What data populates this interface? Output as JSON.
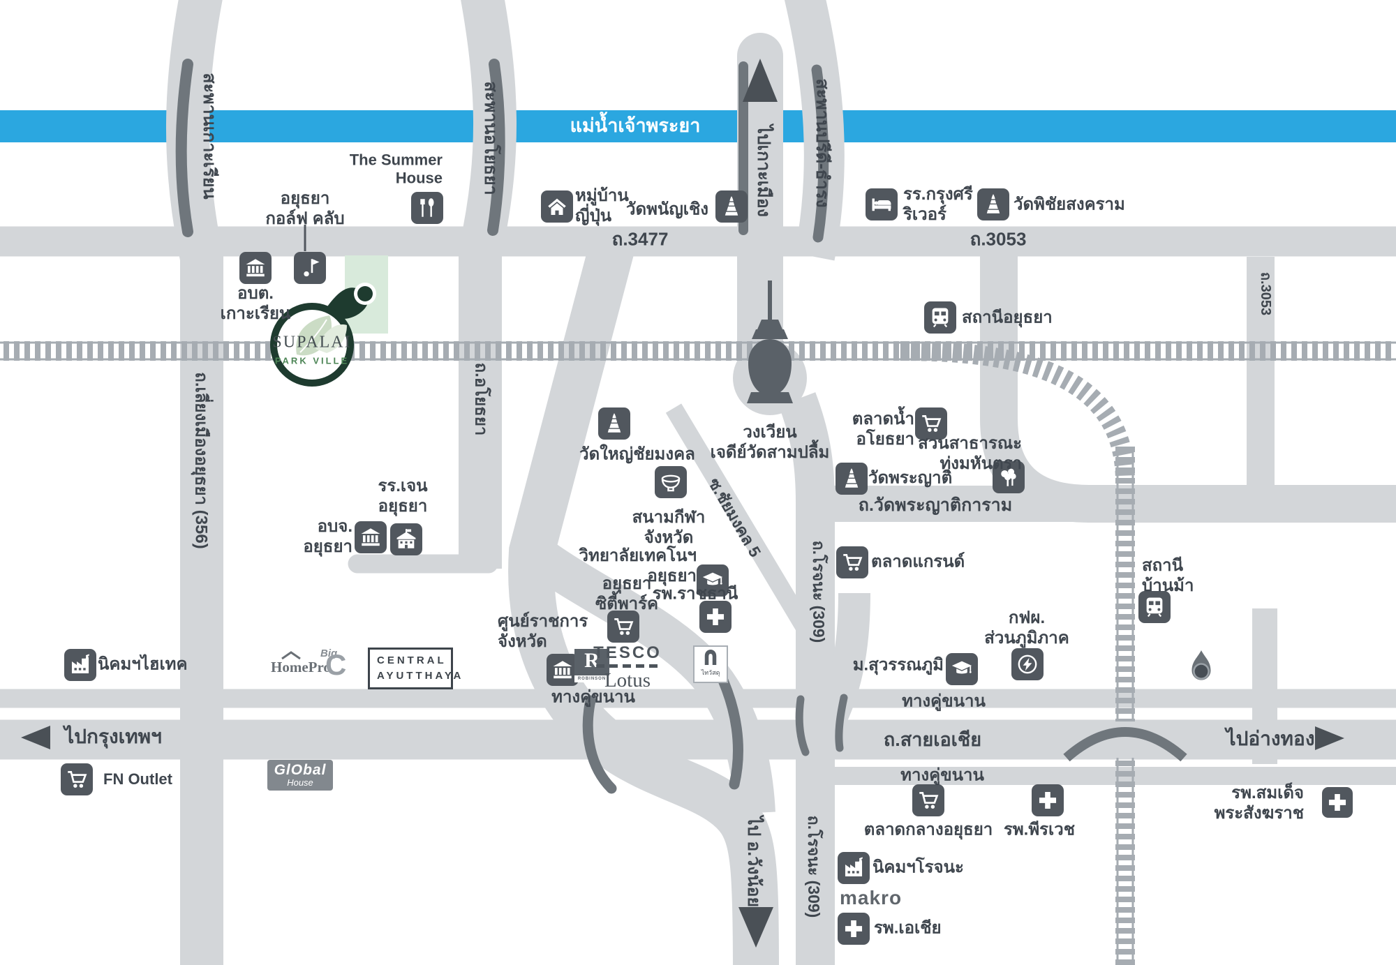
{
  "river": {
    "label": "แม่น้ำเจ้าพระยา",
    "color": "#2BA7E0"
  },
  "colors": {
    "road": "#D3D6D9",
    "icon_dark": "#51575E",
    "text": "#3F464E",
    "project_green": "#1E3B2F",
    "site_green": "#D8EADB"
  },
  "roads": {
    "r3477": "ถ.3477",
    "r3053": "ถ.3053",
    "liang_mueang": "ถ.เลี่ยงเมืองอยุธยา (356)",
    "ayothaya_rd": "ถ.อโยธยา",
    "soi_chaimongkhon": "ซ.ชัยมงคล 5",
    "wat_phraya_rd": "ถ.วัดพระญาติการาม",
    "rojana": "ถ.โรจนะ (309)",
    "asia": "ถ.สายเอเชีย",
    "frontage": "ทางคู่ขนาน"
  },
  "bridges": {
    "ko_rian": "สะพานเกาะเรียน",
    "ayothaya": "สะพานอโยธยา",
    "pridi": "สะพานปรีดี-ธำรง"
  },
  "directions": {
    "ko_mueang": "ไปเกาะเมือง",
    "bangkok": "ไปกรุงเทพฯ",
    "angthong": "ไปอ่างทอง",
    "wang_noi": "ไป อ.วังน้อย"
  },
  "project": {
    "name": "SUPALAI",
    "sub": "PARK VILLE"
  },
  "places": {
    "summer_house": {
      "line1": "The Summer",
      "line2": "House"
    },
    "golf_club": {
      "line1": "อยุธยา",
      "line2": "กอล์ฟ คลับ"
    },
    "obt_ko_rian": {
      "line1": "อบต.",
      "line2": "เกาะเรียน"
    },
    "japanese_village": {
      "line1": "หมู่บ้าน",
      "line2": "ญี่ปุ่น"
    },
    "wat_phanan_choeng": {
      "line1": "วัดพนัญเชิง"
    },
    "krungsri_river": {
      "line1": "รร.กรุงศรี",
      "line2": "ริเวอร์"
    },
    "wat_phichai": {
      "line1": "วัดพิชัยสงคราม"
    },
    "ayutthaya_station": {
      "line1": "สถานีอยุธยา"
    },
    "wat_yai": {
      "line1": "วัดใหญ่ชัยมงคล"
    },
    "roundabout": {
      "line1": "วงเวียน",
      "line2": "เจดีย์วัดสามปลื้ม"
    },
    "stadium": {
      "line1": "สนามกีฬา",
      "line2": "จังหวัด"
    },
    "floating_market": {
      "line1": "ตลาดน้ำ",
      "line2": "อโยธยา"
    },
    "mahantara_park": {
      "line1": "สวนสาธารณะ",
      "line2": "ทุ่งมหันตรา"
    },
    "wat_phraya": {
      "line1": "วัดพระญาติ"
    },
    "jane_school": {
      "line1": "รร.เจน",
      "line2": "อยุธยา"
    },
    "obj_ayutthaya": {
      "line1": "อบจ.",
      "line2": "อยุธยา"
    },
    "tech_college": {
      "line1": "วิทยาลัยเทคโนฯ",
      "line2": "อยุธยา"
    },
    "city_park": {
      "line1": "อยุธยา",
      "line2": "ซิตี้พาร์ค"
    },
    "rajthanee": {
      "line1": "รพ.ราชธานี"
    },
    "provincial_hall": {
      "line1": "ศูนย์ราชการ",
      "line2": "จังหวัด"
    },
    "grand_market": {
      "line1": "ตลาดแกรนด์"
    },
    "pea": {
      "line1": "กฟผ.",
      "line2": "ส่วนภูมิภาค"
    },
    "suwannabhumi": {
      "line1": "ม.สุวรรณภูมิ"
    },
    "ban_ma_station": {
      "line1": "สถานี",
      "line2": "บ้านม้า"
    },
    "hitech": {
      "line1": "นิคมฯไฮเทค"
    },
    "fn_outlet": {
      "line1": "FN Outlet"
    },
    "klang_market": {
      "line1": "ตลาดกลางอยุธยา"
    },
    "peerawech": {
      "line1": "รพ.พีรเวช"
    },
    "somdet": {
      "line1": "รพ.สมเด็จ",
      "line2": "พระสังฆราช"
    },
    "rojana_estate": {
      "line1": "นิคมฯโรจนะ"
    },
    "asia_hospital": {
      "line1": "รพ.เอเชีย"
    }
  },
  "logos": {
    "central1": "CENTRAL",
    "central2": "AYUTTHAYA",
    "homepro": "HomePro",
    "bigc_big": "Big",
    "bigc_c": "C",
    "global": "GlObal",
    "global_sub": "House",
    "robinson_r": "R",
    "robinson_name": "ROBINSON",
    "tesco": "TESCO",
    "lotus": "Lotus",
    "thaiwatsadu": "ไทวัสดุ",
    "makro": "makro"
  }
}
